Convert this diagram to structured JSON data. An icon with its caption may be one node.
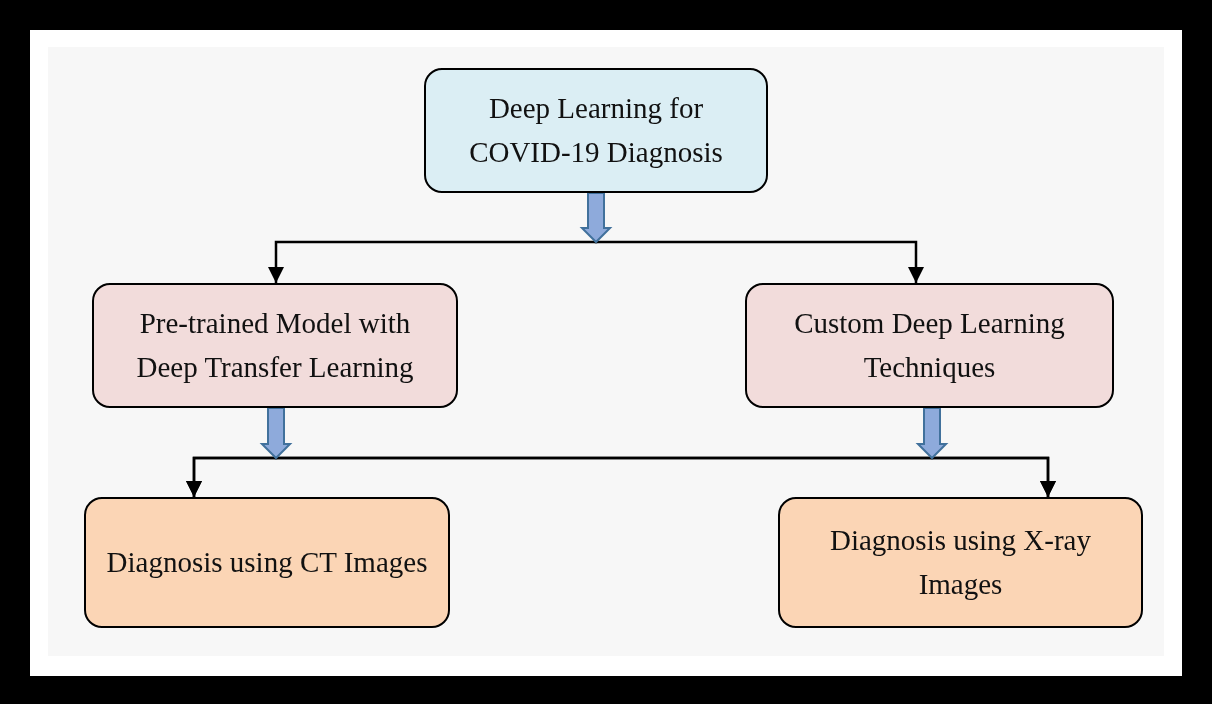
{
  "diagram": {
    "nodes": [
      {
        "text": [
          "Deep Learning for COVID-19 Diagnosis"
        ]
      },
      {
        "text": [
          "Pre-trained Model with Deep Transfer Learning"
        ]
      },
      {
        "text": [
          "Custom Deep Learning Techniques"
        ]
      },
      {
        "text": [
          "Diagnosis using CT Images"
        ]
      },
      {
        "text": [
          "Diagnosis using X-ray Images"
        ]
      }
    ],
    "edges": [
      {
        "from": 0,
        "to": 1,
        "arrow": "to"
      },
      {
        "from": 0,
        "to": 2,
        "arrow": "to"
      },
      {
        "from": 1,
        "to": 3,
        "arrow": "to"
      },
      {
        "from": 1,
        "to": 4,
        "arrow": "to"
      },
      {
        "from": 2,
        "to": 3,
        "arrow": "to"
      },
      {
        "from": 2,
        "to": 4,
        "arrow": "to"
      }
    ]
  }
}
